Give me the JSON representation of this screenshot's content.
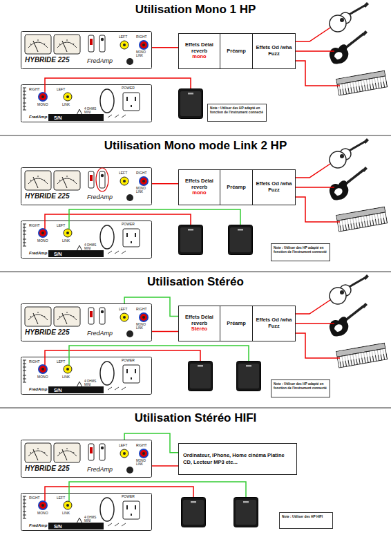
{
  "diagram": {
    "nodes": [
      {
        "text": [
          "LEFT",
          "RIGHT",
          "MONO LINK",
          "HYBRIDE 225",
          "FredAmp"
        ]
      },
      {
        "text": [
          "Effets Délai reverb",
          "mono"
        ]
      },
      {
        "text": [
          "Préamp"
        ]
      },
      {
        "text": [
          "Effets Od /wha Fuzz"
        ]
      },
      {
        "text": [
          "RIGHT",
          "MONO",
          "LEFT",
          "LINK",
          "4 OHMS MINI",
          "POWER",
          "FredAmp",
          "S/N"
        ]
      },
      {
        "text": [
          "Note : Utiliser des HP adapté en fonction de l'instrument connecté"
        ]
      },
      {
        "text": [
          "LEFT",
          "RIGHT",
          "MONO LINK",
          "HYBRIDE 225",
          "FredAmp"
        ]
      },
      {
        "text": [
          "Effets Délai reverb",
          "mono"
        ]
      },
      {
        "text": [
          "Préamp"
        ]
      },
      {
        "text": [
          "Effets Od /wha Fuzz"
        ]
      },
      {
        "text": [
          "RIGHT",
          "MONO",
          "LEFT",
          "LINK",
          "4 OHMS MINI",
          "POWER",
          "FredAmp",
          "S/N"
        ]
      },
      {
        "text": [
          "Note : Utiliser des HP adapté en fonction de l'instrument connecté"
        ]
      },
      {
        "text": [
          "LEFT",
          "RIGHT",
          "MONO LINK",
          "HYBRIDE 225",
          "FredAmp"
        ]
      },
      {
        "text": [
          "Effets Délai reverb",
          "Stéréo"
        ]
      },
      {
        "text": [
          "Préamp"
        ]
      },
      {
        "text": [
          "Effets Od /wha Fuzz"
        ]
      },
      {
        "text": [
          "RIGHT",
          "MONO",
          "LEFT",
          "LINK",
          "4 OHMS MINI",
          "POWER",
          "FredAmp",
          "S/N"
        ]
      },
      {
        "text": [
          "Note : Utiliser des HP adapté en fonction de l'instrument connecté"
        ]
      },
      {
        "text": [
          "LEFT",
          "RIGHT",
          "MONO LINK",
          "HYBRIDE 225",
          "FredAmp"
        ]
      },
      {
        "text": [
          "Ordinateur, iPhone, Home cinéma Platine CD, Lecteur MP3 etc..."
        ]
      },
      {
        "text": [
          "RIGHT",
          "MONO",
          "LEFT",
          "LINK",
          "4 OHMS MINI",
          "POWER",
          "FredAmp",
          "S/N"
        ]
      },
      {
        "text": [
          "Note : Utiliser des HP HIFI"
        ]
      }
    ],
    "edges": [
      {
        "from": 0,
        "to": 1,
        "arrow": "none"
      },
      {
        "from": 6,
        "to": 7,
        "arrow": "none"
      },
      {
        "from": 12,
        "to": 13,
        "arrow": "none"
      },
      {
        "from": 12,
        "to": 13,
        "arrow": "none"
      },
      {
        "from": 18,
        "to": 19,
        "arrow": "none"
      },
      {
        "from": 18,
        "to": 19,
        "arrow": "none"
      }
    ],
    "labels": [
      "Utilisation Mono 1 HP",
      "Utilisation Mono mode Link 2 HP",
      "Utilisation Stéréo",
      "Utilisation Stéréo HIFI"
    ]
  }
}
